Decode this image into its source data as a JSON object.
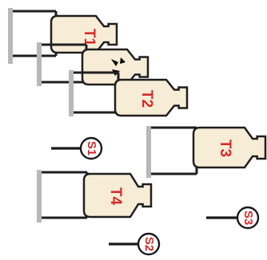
{
  "colors": {
    "body_fill": "#f7ecd6",
    "label_red": "#d62a2a",
    "line": "#1e1e1e",
    "plate": "#b8b8b8"
  },
  "tanks": [
    {
      "id": "T1",
      "label": "T1"
    },
    {
      "id": "T_unlabeled",
      "label": ""
    },
    {
      "id": "T2",
      "label": "T2"
    },
    {
      "id": "T3",
      "label": "T3"
    },
    {
      "id": "T4",
      "label": "T4"
    }
  ],
  "sensors": [
    {
      "id": "S1",
      "label": "S1"
    },
    {
      "id": "S2",
      "label": "S2"
    },
    {
      "id": "S3",
      "label": "S3"
    }
  ]
}
